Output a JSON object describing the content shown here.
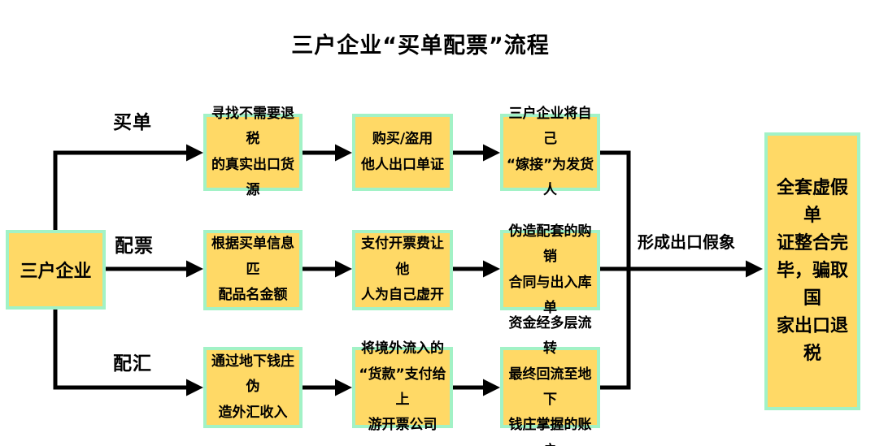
{
  "title": "三户企业“买单配票”流程",
  "source": {
    "label": "三户企业"
  },
  "branches": [
    {
      "label": "买单",
      "steps": [
        "寻找不需要退税\n的真实出口货源",
        "购买/盗用\n他人出口单证",
        "三户企业将自己\n“嫁接”为发货人"
      ]
    },
    {
      "label": "配票",
      "steps": [
        "根据买单信息匹\n配品名金额",
        "支付开票费让他\n人为自己虚开",
        "伪造配套的购销\n合同与出入库单"
      ]
    },
    {
      "label": "配汇",
      "steps": [
        "通过地下钱庄伪\n造外汇收入",
        "将境外流入的\n“货款”支付给上\n游开票公司",
        "资金经多层流转\n最终回流至地下\n钱庄掌握的账户"
      ]
    }
  ],
  "merge_label": "形成出口假象",
  "result": {
    "label": "全套虚假单\n证整合完\n毕，骗取国\n家出口退税"
  },
  "colors": {
    "box_fill": "#FFD966",
    "box_border": "#A2F2C6",
    "line": "#000000",
    "background": "#FFFFFF"
  }
}
